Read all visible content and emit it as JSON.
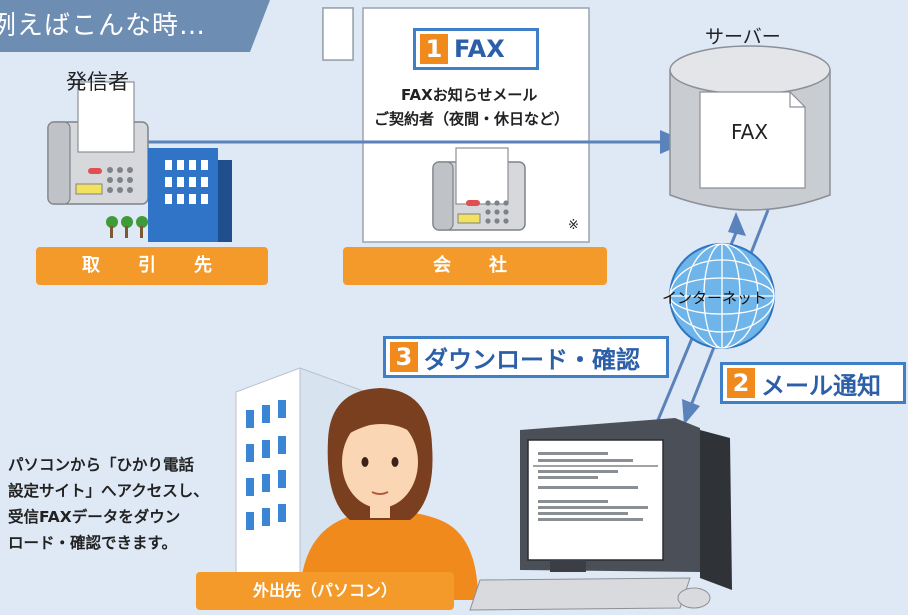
{
  "banner": {
    "text": "例えばこんな時…"
  },
  "sender": {
    "label": "発信者"
  },
  "nodes": {
    "partner": "取　引　先",
    "company": "会　社",
    "outside": "外出先（パソコン）"
  },
  "company_note": {
    "line1": "FAXお知らせメール",
    "line2": "ご契約者（夜間・休日など）",
    "mark": "※"
  },
  "server": {
    "label": "サーバー",
    "doc": "FAX"
  },
  "internet": {
    "label": "インターネット"
  },
  "steps": [
    {
      "num": "1",
      "label": "FAX"
    },
    {
      "num": "2",
      "label": "メール通知"
    },
    {
      "num": "3",
      "label": "ダウンロード・確認"
    }
  ],
  "description": {
    "lines": [
      "パソコンから「ひかり電話",
      "設定サイト」へアクセスし、",
      "受信FAXデータをダウン",
      "ロード・確認できます。"
    ]
  },
  "colors": {
    "background": "#dfe9f6",
    "banner": "#6d8db3",
    "orange": "#f39a2a",
    "arrow": "#5a82bb",
    "step_border": "#3f7fc7"
  }
}
